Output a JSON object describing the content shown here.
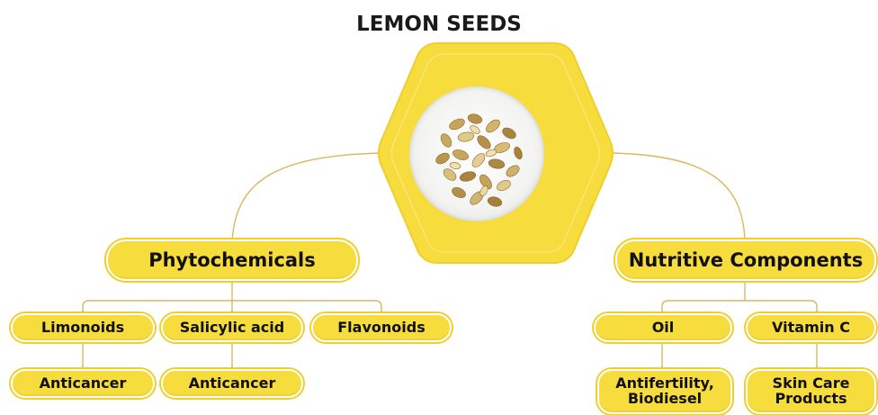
{
  "title": "LEMON SEEDS",
  "colors": {
    "fill": "#f7dc3e",
    "outline": "#f0cf2c",
    "connector": "#d9b860",
    "dot": "#d68a2e",
    "text": "#111111"
  },
  "center_image": {
    "icon": "lemon-seeds-plate-image"
  },
  "branches": {
    "phytochemicals": {
      "label": "Phytochemicals",
      "children": {
        "limonoids": {
          "label": "Limonoids",
          "effect": "Anticancer"
        },
        "salicylic_acid": {
          "label": "Salicylic acid",
          "effect": "Anticancer"
        },
        "flavonoids": {
          "label": "Flavonoids"
        }
      }
    },
    "nutritive": {
      "label": "Nutritive Components",
      "children": {
        "oil": {
          "label": "Oil",
          "effect_line1": "Antifertility,",
          "effect_line2": "Biodiesel"
        },
        "vitamin_c": {
          "label": "Vitamin C",
          "effect_line1": "Skin Care",
          "effect_line2": "Products"
        }
      }
    }
  }
}
